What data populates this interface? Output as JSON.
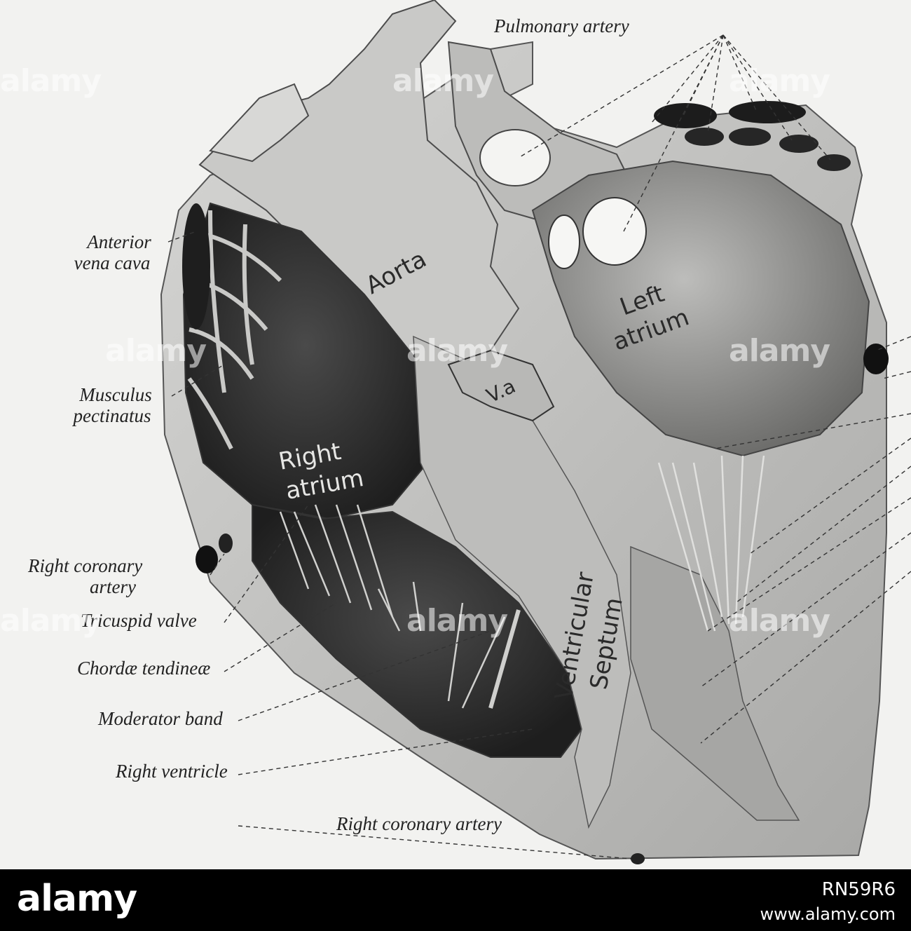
{
  "labels": {
    "pulmonary_artery": "Pulmonary artery",
    "anterior_vena_cava_1": "Anterior",
    "anterior_vena_cava_2": "vena cava",
    "musculus_pectinatus_1": "Musculus",
    "musculus_pectinatus_2": "pectinatus",
    "right_coronary_artery_1": "Right coronary",
    "right_coronary_artery_2": "artery",
    "tricuspid_valve": "Tricuspid valve",
    "chordae_tendineae": "Chordæ tendineæ",
    "moderator_band": "Moderator band",
    "right_ventricle": "Right ventricle",
    "right_coronary_artery_bottom": "Right coronary artery"
  },
  "handwritten": {
    "aorta": "Aorta",
    "left_atrium_1": "Left",
    "left_atrium_2": "atrium",
    "right_atrium_1": "Right",
    "right_atrium_2": "atrium",
    "va": "V.a",
    "ventricular_septum_1": "Ventricular",
    "ventricular_septum_2": "Septum"
  },
  "watermark": {
    "text": "alamy"
  },
  "footer": {
    "logo": "alamy",
    "image_id": "RN59R6",
    "url": "www.alamy.com"
  },
  "colors": {
    "background": "#f2f2f0",
    "tissue_light": "#c8c8c6",
    "tissue_mid": "#8e8e8c",
    "cavity_dark": "#2e2e2e",
    "footer_bg": "#000000"
  }
}
